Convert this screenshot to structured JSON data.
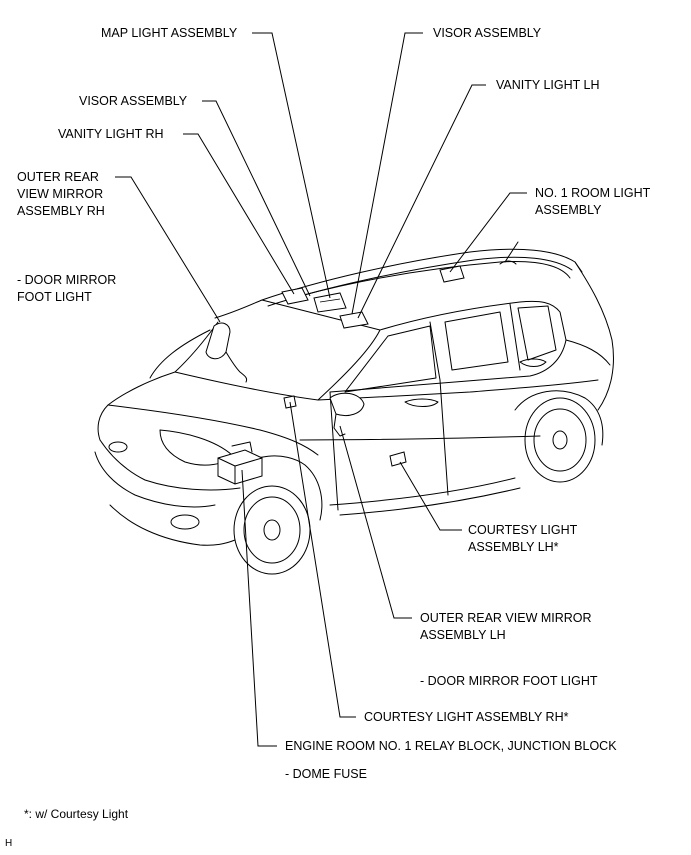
{
  "callouts": {
    "map_light": "MAP LIGHT ASSEMBLY",
    "visor_top": "VISOR ASSEMBLY",
    "vanity_lh": "VANITY LIGHT LH",
    "visor_left": "VISOR ASSEMBLY",
    "vanity_rh": "VANITY LIGHT RH",
    "mirror_rh": "OUTER REAR\nVIEW MIRROR\nASSEMBLY RH",
    "mirror_rh_sub": "- DOOR MIRROR\nFOOT LIGHT",
    "room_light": "NO. 1 ROOM LIGHT\nASSEMBLY",
    "courtesy_lh": "COURTESY LIGHT\nASSEMBLY LH*",
    "mirror_lh": "OUTER REAR VIEW MIRROR\nASSEMBLY LH",
    "mirror_lh_sub": "- DOOR MIRROR FOOT LIGHT",
    "courtesy_rh": "COURTESY LIGHT ASSEMBLY RH*",
    "relay_block": "ENGINE ROOM NO. 1 RELAY BLOCK, JUNCTION BLOCK",
    "relay_sub": "- DOME FUSE"
  },
  "footnote": "*: w/ Courtesy Light",
  "corner_mark": "H"
}
